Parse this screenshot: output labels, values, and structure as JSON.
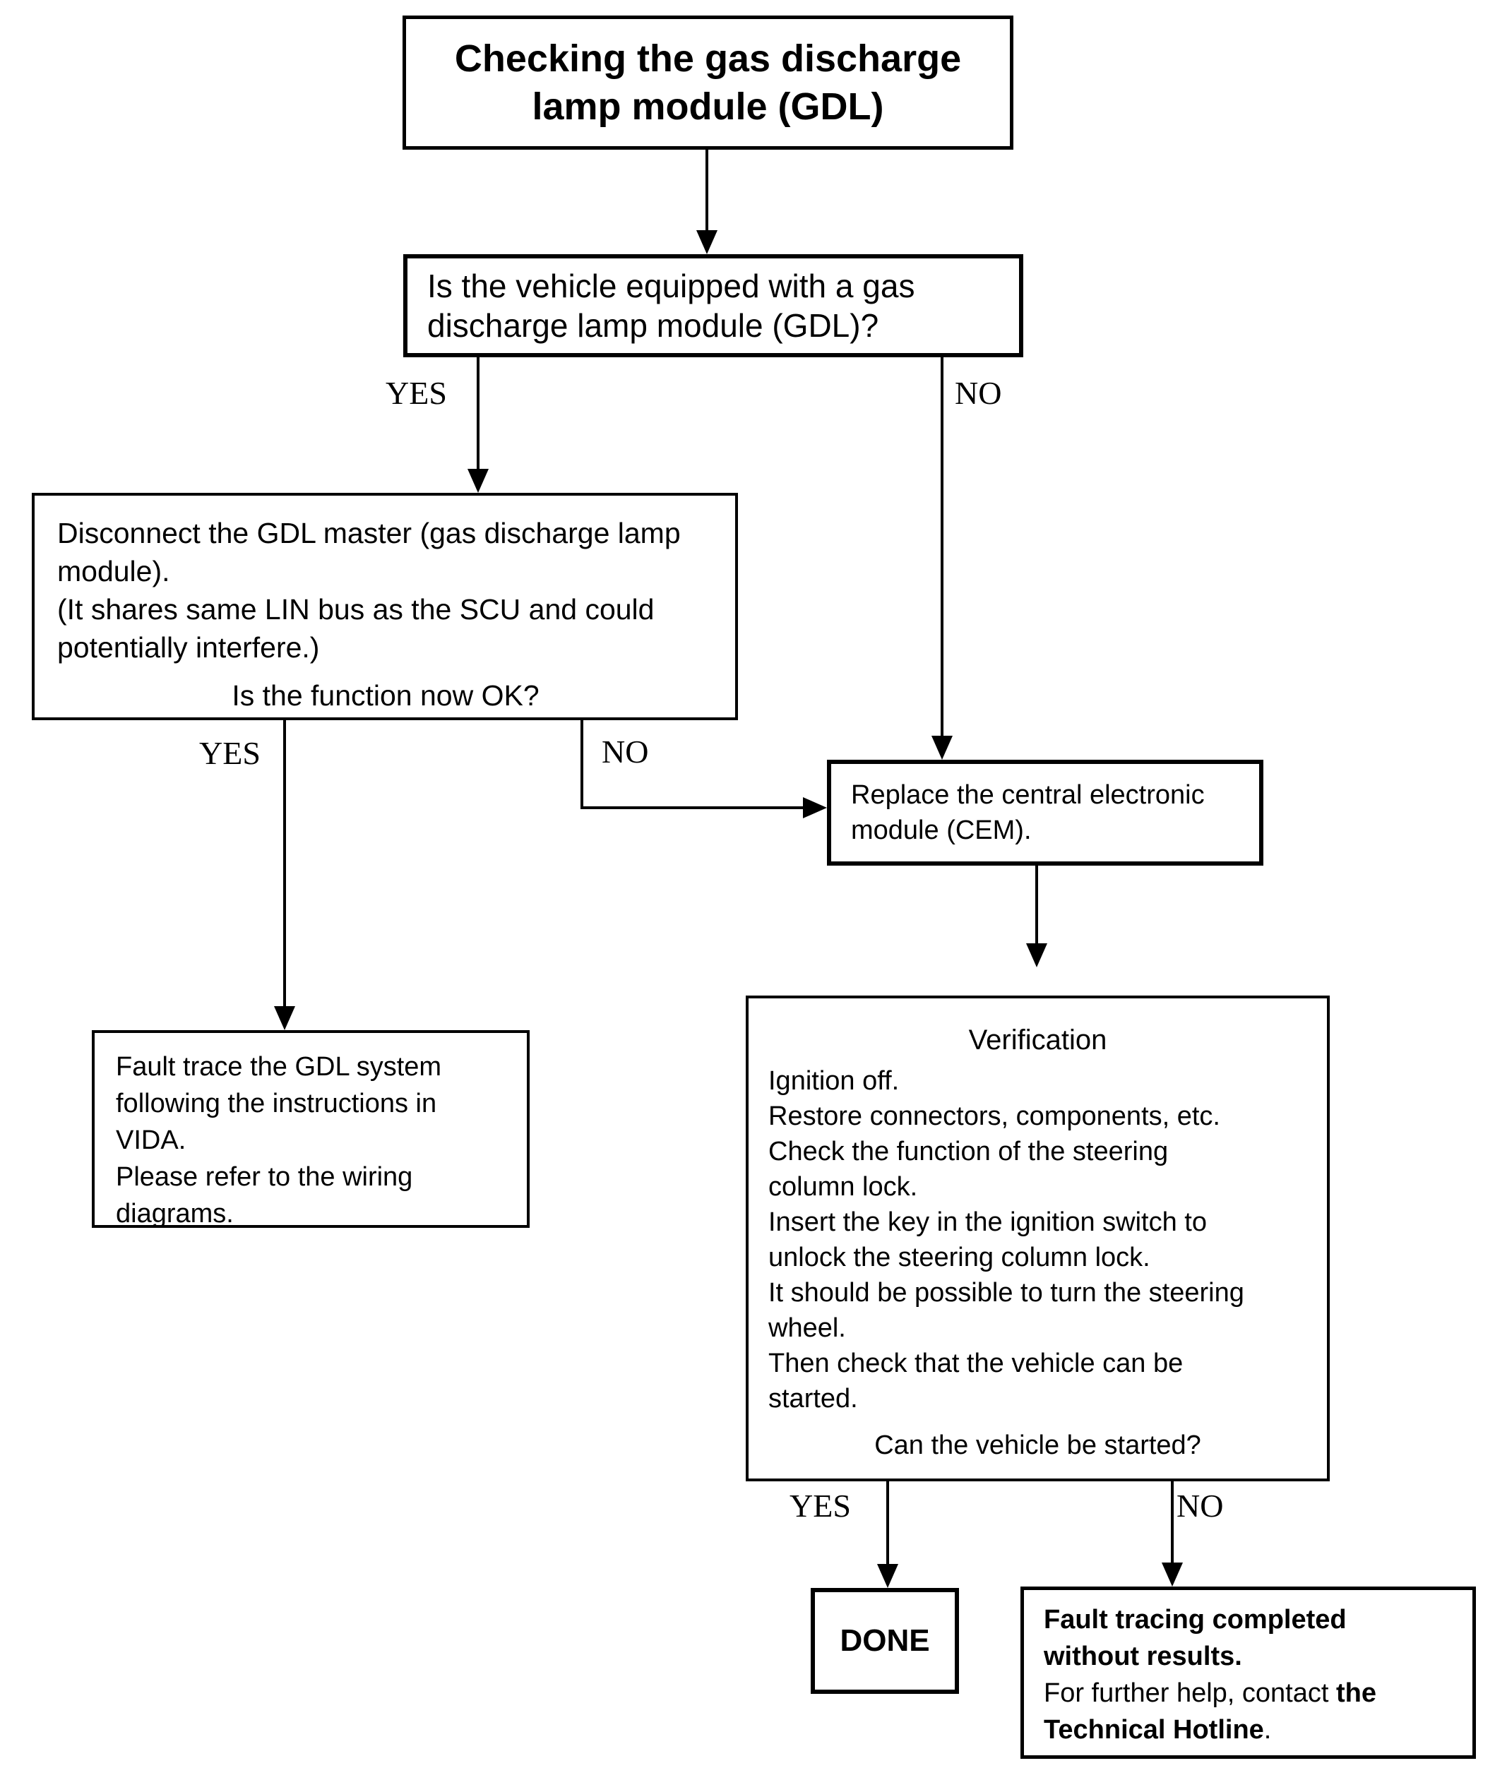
{
  "diagram": {
    "title": {
      "lines": [
        "Checking the gas discharge",
        "lamp module (GDL)"
      ]
    },
    "question_gdl": {
      "lines": [
        "Is the vehicle equipped with a gas",
        "discharge lamp module (GDL)?"
      ]
    },
    "disconnect": {
      "lines": [
        "Disconnect the GDL master (gas discharge lamp",
        "module).",
        "(It shares same LIN bus as the SCU and could",
        "potentially interfere.)"
      ],
      "question": "Is the function now OK?"
    },
    "replace_cem": {
      "lines": [
        "Replace the central electronic",
        "module (CEM)."
      ]
    },
    "verification": {
      "title": "Verification",
      "lines": [
        "Ignition off.",
        "Restore connectors, components, etc.",
        "Check the function of the steering",
        "column lock.",
        "Insert the key in the ignition switch to",
        "unlock the steering column lock.",
        "It should be possible to turn the steering",
        "wheel.",
        "Then check that the vehicle can be",
        "started."
      ],
      "question": "Can the vehicle be started?"
    },
    "fault_trace": {
      "lines": [
        "Fault trace the GDL system",
        "following the instructions in",
        "VIDA.",
        "Please refer to the wiring",
        "diagrams."
      ]
    },
    "done": {
      "label": "DONE"
    },
    "no_results": {
      "lines": [
        [
          {
            "t": "Fault tracing completed",
            "b": true
          }
        ],
        [
          {
            "t": "without results.",
            "b": true
          }
        ],
        [
          {
            "t": "For further help, contact ",
            "b": false
          },
          {
            "t": "the",
            "b": true
          }
        ],
        [
          {
            "t": "Technical Hotline",
            "b": true
          },
          {
            "t": ".",
            "b": false
          }
        ]
      ]
    },
    "labels": {
      "yes": "YES",
      "no": "NO"
    }
  },
  "colors": {
    "line": "#000000",
    "background": "#ffffff",
    "text": "#000000"
  }
}
